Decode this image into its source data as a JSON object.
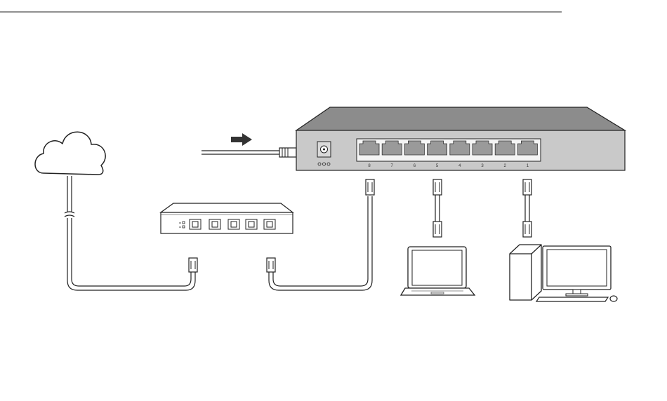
{
  "colors": {
    "line": "#222222",
    "switch_face": "#c9c9c9",
    "switch_top": "#8c8c8c",
    "port_fill": "#9a9a9a",
    "arrow": "#333333"
  },
  "switch": {
    "port_numbers": [
      "8",
      "7",
      "6",
      "5",
      "4",
      "3",
      "2",
      "1"
    ]
  },
  "icons": {
    "cloud": "cloud-icon",
    "modem": "modem-icon",
    "laptop": "laptop-icon",
    "desktop": "desktop-computer-icon",
    "power": "power-plug-icon",
    "arrow": "arrow-right-icon"
  }
}
